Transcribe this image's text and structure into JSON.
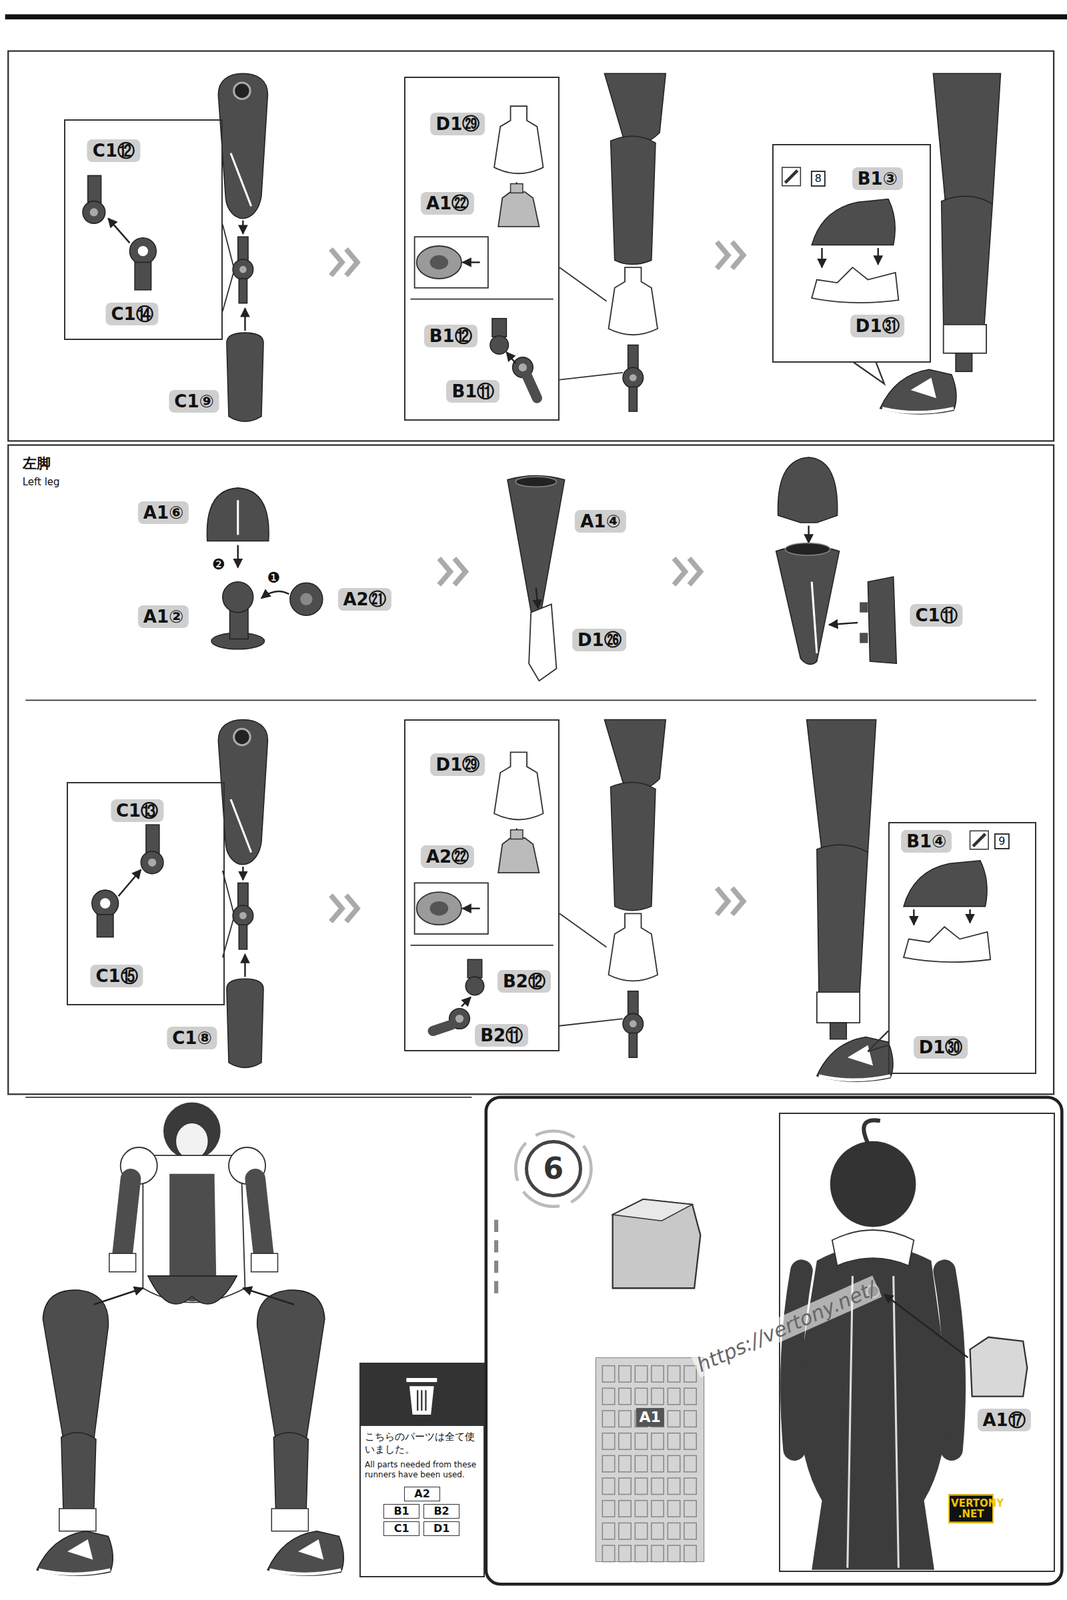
{
  "diagram": {
    "nodes": [
      {
        "text": [
          "C1⑫",
          "C1⑭"
        ]
      },
      {
        "text": [
          "D1㉙",
          "A1㉒",
          "B1⑫",
          "B1⑪"
        ]
      },
      {
        "text": [
          "B1③",
          "8",
          "D1㉛"
        ]
      },
      {
        "text": [
          "C1⑬",
          "C1⑮"
        ]
      },
      {
        "text": [
          "D1㉙",
          "A2㉒",
          "B2⑫",
          "B2⑪"
        ]
      },
      {
        "text": [
          "B1④",
          "9",
          "D1㉚"
        ]
      },
      {
        "text": [
          "こちらのパーツは全て使いました。",
          "All parts needed from these runners have been used.",
          "A2",
          "B1",
          "B2",
          "C1",
          "D1"
        ]
      },
      {
        "text": [
          "6"
        ]
      },
      {
        "text": [
          "A1"
        ]
      },
      {
        "text": [
          "A1⑰"
        ]
      }
    ],
    "labels": [
      "C1⑨",
      "左脚",
      "Left leg",
      "A1⑥",
      "❷",
      "❶",
      "A2㉑",
      "A1②",
      "A1④",
      "D1㉖",
      "C1⑪",
      "C1⑧",
      "https://vertony.net/",
      "VERTONY .NET"
    ]
  }
}
